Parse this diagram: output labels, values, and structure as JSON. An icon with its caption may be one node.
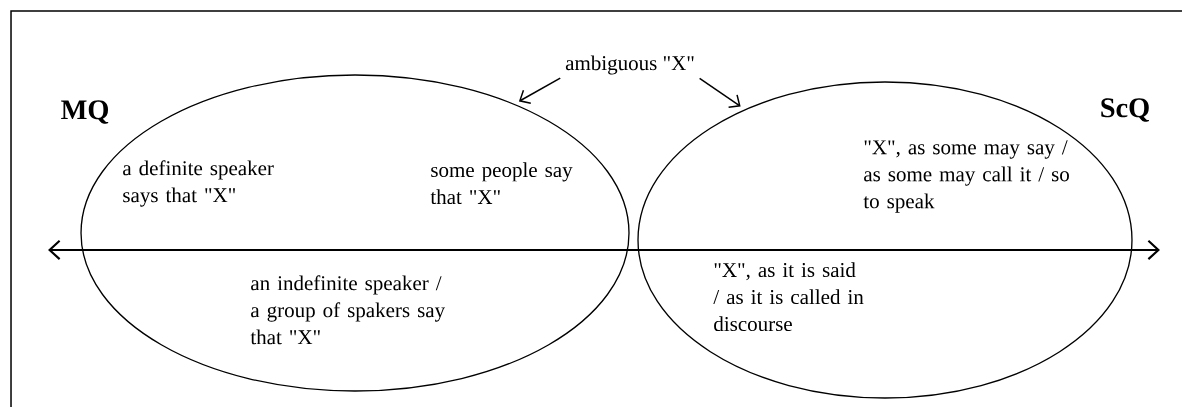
{
  "diagram": {
    "nodes": [
      {
        "text": [
          "a definite speaker says that \"X\"",
          "some people say that \"X\"",
          "an indefinite speaker / a group of spakers say that \"X\""
        ],
        "beside": [
          "MQ"
        ]
      },
      {
        "text": [
          "\"X\", as some may say / as some may call it / so to speak",
          "\"X\", as it is said / as it is called in discourse"
        ],
        "beside": [
          "ScQ"
        ]
      },
      {
        "text": [
          "ambiguous \"X\""
        ]
      }
    ],
    "edges": [
      {
        "from": 2,
        "to": 0,
        "arrow": "to"
      },
      {
        "from": 2,
        "to": 1,
        "arrow": "to"
      }
    ]
  }
}
